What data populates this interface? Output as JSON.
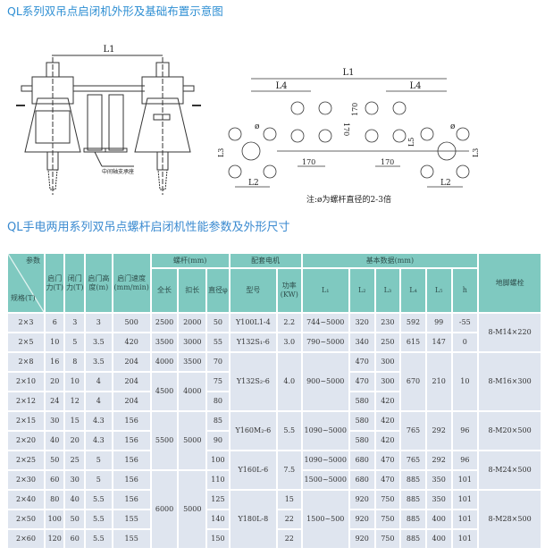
{
  "titles": {
    "diagram": "QL系列双吊点启闭机外形及基础布置示意图",
    "table": "QL手电两用系列双吊点螺杆启闭机性能参数及外形尺寸"
  },
  "drawing_left": {
    "dim_l1": "L1",
    "support_label": "中间轴支承座"
  },
  "drawing_right": {
    "dim_l1": "L1",
    "dim_l4_left": "L4",
    "dim_l4_right": "L4",
    "dim_170_a": "170",
    "dim_170_b": "170",
    "dim_170_c": "170",
    "dim_170_d": "170",
    "dim_l3_left": "L3",
    "dim_l3_right": "L3",
    "dim_l2_left": "L2",
    "dim_l2_right": "L2",
    "dim_l5": "L5",
    "phi_left": "ø",
    "phi_right": "ø",
    "note": "注:ø为螺杆直径的2-3倍"
  },
  "table": {
    "header": {
      "param": "参数",
      "spec": "规格(T)",
      "open_force": "启门力(T)",
      "close_force": "闭门力(T)",
      "lift_height": "启门高度(m)",
      "lift_speed": "启门速度(mm/min)",
      "screw_group": "螺杆(mm)",
      "screw_length": "全长",
      "thread_length": "扣长",
      "diameter": "直径φ",
      "motor_group": "配套电机",
      "motor_model": "型号",
      "motor_power": "功率(KW)",
      "basic_group": "基本数据(mm)",
      "l1": "L₁",
      "l2": "L₂",
      "l3": "L₃",
      "l4": "L₄",
      "l5": "L₅",
      "h": "h",
      "anchor_bolt": "地脚螺栓"
    },
    "colors": {
      "header_bg": "#7fc9c0",
      "cell_bg": "#dfe5ef",
      "title": "#2f8fd3"
    },
    "rows": [
      [
        "2×3",
        "6",
        "3",
        "3",
        "500",
        "2500",
        "2000",
        "50",
        "Y100L1-4",
        "2.2",
        "744~5000",
        "320",
        "230",
        "592",
        "99",
        "-55",
        [
          "8-M14×220",
          2
        ]
      ],
      [
        "2×5",
        "10",
        "5",
        "3.5",
        "420",
        "3500",
        "3000",
        "55",
        "Y132S₁-6",
        "3.0",
        "790~5000",
        "340",
        "250",
        "615",
        "147",
        "0"
      ],
      [
        "2×8",
        "16",
        "8",
        "3.5",
        "204",
        "4000",
        "3500",
        "70",
        [
          "Y132S₂-6",
          3
        ],
        [
          "4.0",
          3
        ],
        [
          "900~5000",
          3
        ],
        "470",
        "300",
        [
          "670",
          3
        ],
        [
          "210",
          3
        ],
        [
          "10",
          3
        ],
        [
          "8-M16×300",
          3
        ]
      ],
      [
        "2×10",
        "20",
        "10",
        "4",
        "204",
        [
          "4500",
          2
        ],
        [
          "4000",
          2
        ],
        "75",
        "470",
        "300"
      ],
      [
        "2×12",
        "24",
        "12",
        "4",
        "204",
        "80",
        "580",
        "420"
      ],
      [
        "2×15",
        "30",
        "15",
        "4.3",
        "156",
        [
          "5500",
          3
        ],
        [
          "5000",
          3
        ],
        "85",
        [
          "Y160M₂-6",
          2
        ],
        [
          "5.5",
          2
        ],
        [
          "1090~5000",
          2
        ],
        "580",
        "420",
        [
          "765",
          2
        ],
        [
          "292",
          2
        ],
        [
          "96",
          2
        ],
        [
          "8-M20×500",
          2
        ]
      ],
      [
        "2×20",
        "40",
        "20",
        "4.3",
        "156",
        "90",
        "580",
        "420"
      ],
      [
        "2×25",
        "50",
        "25",
        "5",
        "156",
        "100",
        [
          "Y160L-6",
          2
        ],
        [
          "7.5",
          2
        ],
        "1090~5000",
        "680",
        "470",
        "765",
        "292",
        "96",
        [
          "8-M24×500",
          2
        ]
      ],
      [
        "2×30",
        "60",
        "30",
        "5",
        "156",
        [
          "6000",
          4
        ],
        [
          "5000",
          4
        ],
        "110",
        "1500~5000",
        "680",
        "470",
        "885",
        "350",
        "101"
      ],
      [
        "2×40",
        "80",
        "40",
        "5.5",
        "156",
        "125",
        [
          "Y180L-8",
          3
        ],
        "15",
        [
          "1500~500",
          3
        ],
        "920",
        "750",
        "885",
        "350",
        "101",
        [
          "8-M28×500",
          3
        ]
      ],
      [
        "2×50",
        "100",
        "50",
        "5.5",
        "155",
        "140",
        "22",
        "920",
        "750",
        "885",
        "400",
        "101"
      ],
      [
        "2×60",
        "120",
        "60",
        "5.5",
        "155",
        "150",
        "22",
        "920",
        "750",
        "885",
        "400",
        "101"
      ]
    ]
  }
}
